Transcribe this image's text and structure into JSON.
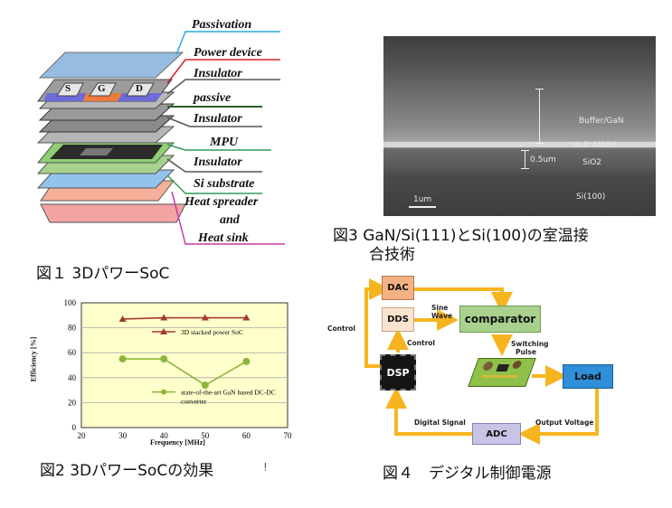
{
  "fig1": {
    "caption": "図１ 3DパワーSoC",
    "layers": [
      "Passivation",
      "Power device",
      "Insulator",
      "passive",
      "Insulator",
      "MPU",
      "Insulator",
      "Si substrate",
      "Heat spreader",
      "and",
      "Heat sink"
    ],
    "terminals": [
      "S",
      "G",
      "D"
    ]
  },
  "fig2": {
    "caption": "図2 3DパワーSoCの効果",
    "caption_mark": "!",
    "xlabel": "Frequency [MHz]",
    "ylabel": "Efficiency [%]",
    "xticks": [
      "20",
      "30",
      "40",
      "50",
      "60",
      "70"
    ],
    "yticks": [
      "0",
      "20",
      "40",
      "60",
      "80",
      "100"
    ]
  },
  "chart_data": {
    "type": "line",
    "x": [
      30,
      40,
      50,
      60
    ],
    "xlim": [
      20,
      70
    ],
    "ylim": [
      0,
      100
    ],
    "xlabel": "Frequency [MHz]",
    "ylabel": "Efficiency [%]",
    "grid": true,
    "legend": "inline",
    "series": [
      {
        "name": "3D stacked power SoC",
        "values": [
          87,
          88,
          88,
          88
        ],
        "color": "#a33a33",
        "marker": "triangle"
      },
      {
        "name": "state-of-the-art GaN based DC-DC converter",
        "values": [
          55,
          55,
          34,
          53
        ],
        "color": "#8db53c",
        "marker": "circle"
      }
    ]
  },
  "fig3": {
    "caption_line1": "図3 GaN/Si(111)とSi(100)の室温接",
    "caption_line2": "合技術",
    "labels": {
      "buffer": "Buffer/GaN",
      "ald": "ALD Al2O3",
      "thickness": "0.5um",
      "sio2": "SiO2",
      "scale": "1um",
      "si": "Si(100)"
    }
  },
  "fig4": {
    "caption": "図４　デジタル制御電源",
    "blocks": {
      "dac": "DAC",
      "dds": "DDS",
      "comparator": "comparator",
      "dsp": "DSP",
      "load": "Load",
      "adc": "ADC"
    },
    "labels": {
      "control_left": "Control",
      "control_mid": "Control",
      "sine": "Sine",
      "wave": "Wave",
      "switching": "Switching",
      "pulse": "Pulse",
      "digital_signal": "Digital Signal",
      "output_voltage": "Output Voltage"
    },
    "colors": {
      "arrow": "#f6b51f",
      "dac": "#f4b183",
      "dds": "#fbe3cf",
      "comparator": "#a9d18e",
      "load": "#2f8fd8",
      "adc": "#c9c3e6"
    }
  }
}
